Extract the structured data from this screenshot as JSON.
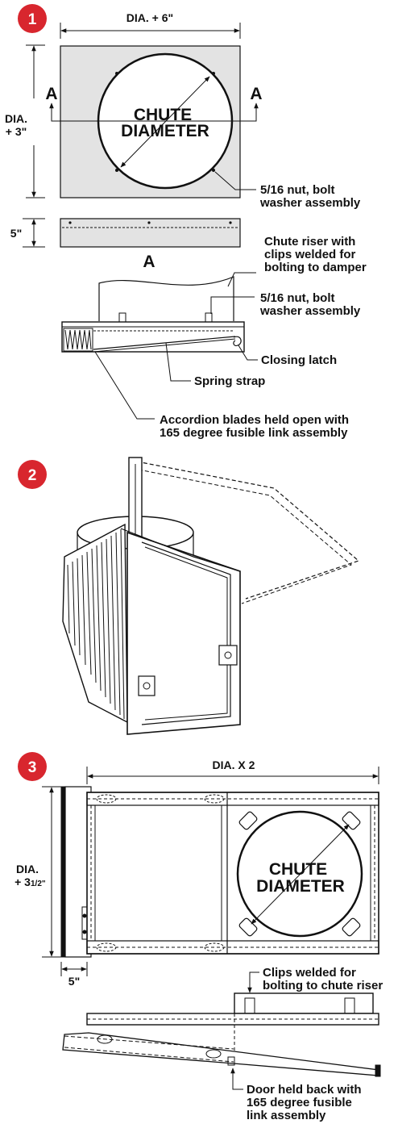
{
  "section1": {
    "badge": "1",
    "dim_width": "DIA. + 6\"",
    "dim_height_line1": "DIA.",
    "dim_height_line2": "+ 3\"",
    "section_a_left": "A",
    "section_a_right": "A",
    "center_line1": "CHUTE",
    "center_line2": "DIAMETER",
    "callout_nut_line1": "5/16 nut, bolt",
    "callout_nut_line2": "washer assembly",
    "dim_depth": "5\"",
    "section_label": "A",
    "callout_riser_line1": "Chute riser with",
    "callout_riser_line2": "clips welded for",
    "callout_riser_line3": "bolting to damper",
    "callout_nut2_line1": "5/16 nut, bolt",
    "callout_nut2_line2": "washer assembly",
    "callout_latch": "Closing latch",
    "callout_strap": "Spring strap",
    "callout_blades_line1": "Accordion blades held open with",
    "callout_blades_line2": "165 degree fusible link assembly"
  },
  "section2": {
    "badge": "2"
  },
  "section3": {
    "badge": "3",
    "dim_width": "DIA. X 2",
    "dim_height_line1": "DIA.",
    "dim_height_line2": "+ 3",
    "dim_height_frac": "1/2\"",
    "center_line1": "CHUTE",
    "center_line2": "DIAMETER",
    "dim_depth": "5\"",
    "callout_clips_line1": "Clips welded for",
    "callout_clips_line2": "bolting to chute riser",
    "callout_door_line1": "Door held back with",
    "callout_door_line2": "165 degree fusible",
    "callout_door_line3": "link assembly"
  },
  "colors": {
    "badge": "#d8262e",
    "plate_fill": "#e3e3e3",
    "line": "#111111"
  }
}
